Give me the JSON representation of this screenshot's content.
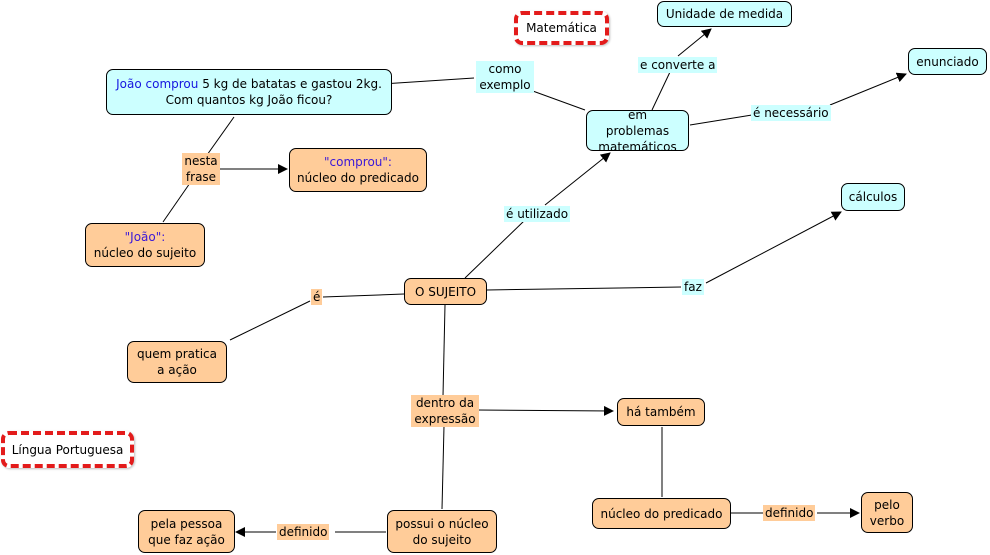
{
  "nodes": {
    "matematica": "Matemática",
    "unidade": "Unidade de medida",
    "enunciado": "enunciado",
    "calculos": "cálculos",
    "problemas": "em problemas matemáticos",
    "exemplo_blue": "João comprou",
    "exemplo_rest": " 5 kg de batatas e gastou 2kg.",
    "exemplo_line2": "Com quantos kg João ficou?",
    "comprou_q": "\"comprou\":",
    "comprou_rest": "núcleo do predicado",
    "joao_q": "\"João\":",
    "joao_rest": "núcleo do sujeito",
    "sujeito": "O SUJEITO",
    "quem": "quem pratica a ação",
    "lingua": "Língua Portuguesa",
    "ha_tambem": "há também",
    "nucleo_pred": "núcleo do predicado",
    "pelo_verbo": "pelo verbo",
    "possui": "possui o núcleo do sujeito",
    "pela_pessoa": "pela pessoa que faz ação"
  },
  "labels": {
    "como": "como exemplo",
    "e_converte": "e converte a",
    "necessario": "é necessário",
    "utilizado": "é utilizado",
    "faz": "faz",
    "nesta": "nesta frase",
    "e": "é",
    "dentro": "dentro da expressão",
    "definido1": "definido",
    "definido2": "definido"
  },
  "colors": {
    "concept_orange": "#ffcc99",
    "concept_cyan": "#ccffff",
    "tag_border": "#e31b1b",
    "link_text_blue": "#1616e0"
  }
}
